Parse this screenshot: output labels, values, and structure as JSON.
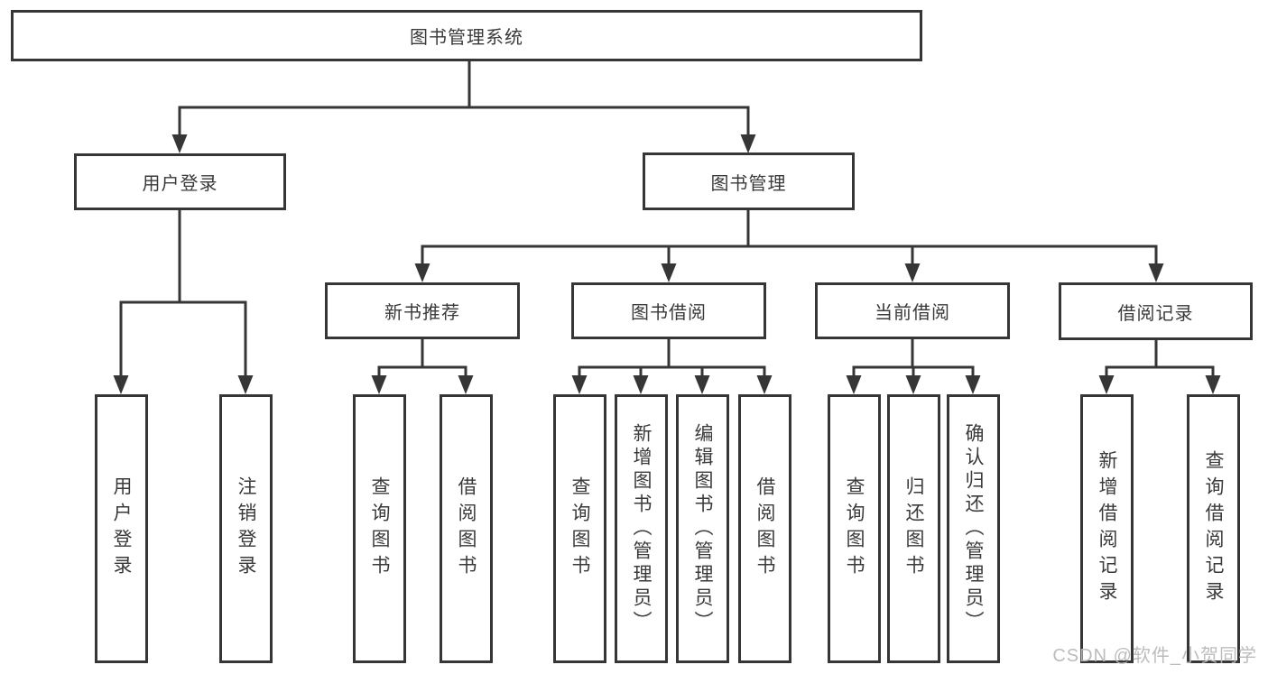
{
  "root": {
    "label": "图书管理系统"
  },
  "branches": {
    "user_login": {
      "label": "用户登录",
      "children": [
        {
          "label": "用户登录"
        },
        {
          "label": "注销登录"
        }
      ]
    },
    "book_management": {
      "label": "图书管理",
      "sections": [
        {
          "label": "新书推荐",
          "children": [
            {
              "label": "查询图书"
            },
            {
              "label": "借阅图书"
            }
          ]
        },
        {
          "label": "图书借阅",
          "children": [
            {
              "label": "查询图书"
            },
            {
              "label": "新增图书（管理员）"
            },
            {
              "label": "编辑图书（管理员）"
            },
            {
              "label": "借阅图书"
            }
          ]
        },
        {
          "label": "当前借阅",
          "children": [
            {
              "label": "查询图书"
            },
            {
              "label": "归还图书"
            },
            {
              "label": "确认归还（管理员）"
            }
          ]
        },
        {
          "label": "借阅记录",
          "children": [
            {
              "label": "新增借阅记录"
            },
            {
              "label": "查询借阅记录"
            }
          ]
        }
      ]
    }
  },
  "watermark": {
    "text": "CSDN @软件_小贺同学"
  },
  "colors": {
    "line": "#363636",
    "box_border": "#363636",
    "text": "#3a3a3a",
    "watermark": "#b9b9b9",
    "background": "#ffffff"
  }
}
